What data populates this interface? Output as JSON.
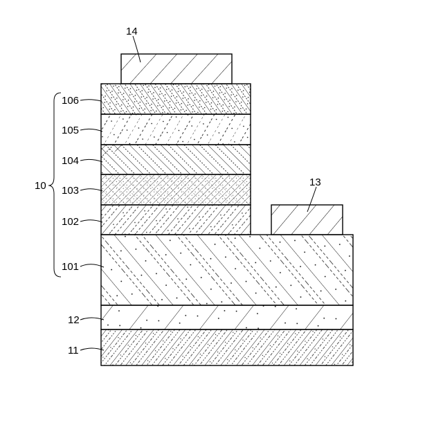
{
  "labels": {
    "device": "10",
    "substrate": "11",
    "layer_12": "12",
    "electrode_13": "13",
    "electrode_14": "14",
    "layer_101": "101",
    "layer_102": "102",
    "layer_103": "103",
    "layer_104": "104",
    "layer_105": "105",
    "layer_106": "106"
  }
}
